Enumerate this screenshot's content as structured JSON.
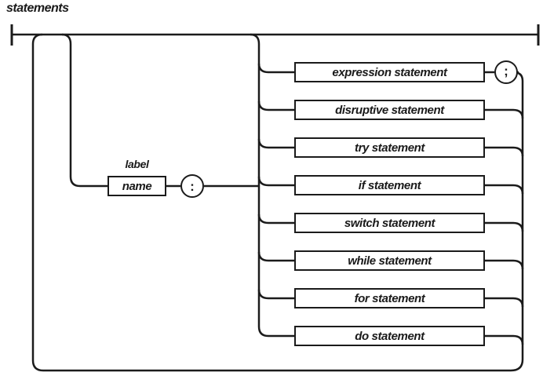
{
  "title": "statements",
  "diagram": {
    "label": {
      "caption": "label",
      "box": "name"
    },
    "separators": {
      "colon": ":",
      "semicolon": ";"
    },
    "statements": [
      "expression statement",
      "disruptive statement",
      "try statement",
      "if statement",
      "switch statement",
      "while statement",
      "for statement",
      "do statement"
    ]
  }
}
